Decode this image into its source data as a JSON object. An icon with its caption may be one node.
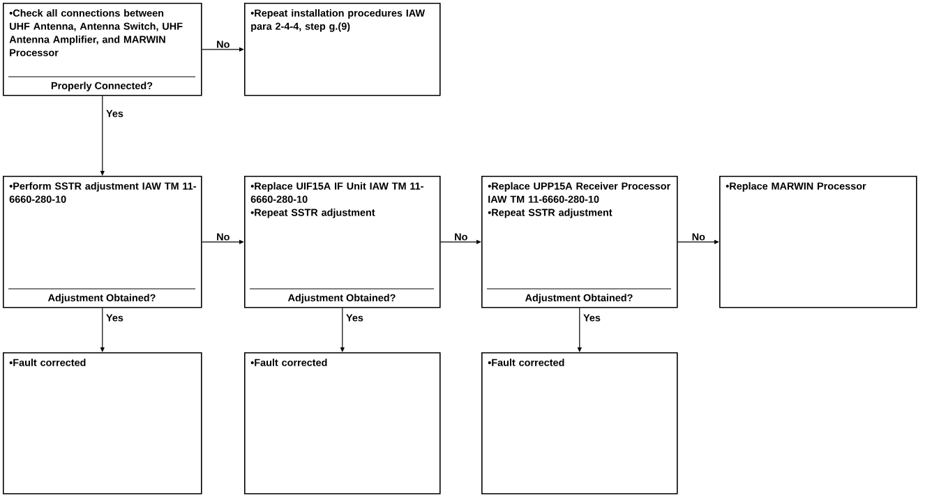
{
  "diagram": {
    "nodes": [
      {
        "text": [
          "•Check all connections between UHF Antenna, Antenna Switch, UHF Antenna Amplifier, and MARWIN Processor",
          "Properly Connected?"
        ]
      },
      {
        "text": [
          "•Repeat installation procedures IAW para 2-4-4, step g.(9)"
        ]
      },
      {
        "text": [
          "•Perform SSTR adjustment IAW TM 11-6660-280-10",
          "Adjustment Obtained?"
        ]
      },
      {
        "text": [
          "•Replace UIF15A IF Unit IAW TM 11-6660-280-10",
          "•Repeat SSTR adjustment",
          "Adjustment Obtained?"
        ]
      },
      {
        "text": [
          "•Replace UPP15A Receiver Processor IAW TM 11-6660-280-10",
          "•Repeat SSTR adjustment",
          "Adjustment Obtained?"
        ]
      },
      {
        "text": [
          "•Replace MARWIN Processor"
        ]
      },
      {
        "text": [
          "•Fault corrected"
        ]
      },
      {
        "text": [
          "•Fault corrected"
        ]
      },
      {
        "text": [
          "•Fault corrected"
        ]
      }
    ],
    "edges": [
      {
        "from": 0,
        "to": 1,
        "arrow": "to",
        "label": "No"
      },
      {
        "from": 0,
        "to": 2,
        "arrow": "to",
        "label": "Yes"
      },
      {
        "from": 2,
        "to": 3,
        "arrow": "to",
        "label": "No"
      },
      {
        "from": 3,
        "to": 4,
        "arrow": "to",
        "label": "No"
      },
      {
        "from": 4,
        "to": 5,
        "arrow": "to",
        "label": "No"
      },
      {
        "from": 2,
        "to": 6,
        "arrow": "to",
        "label": "Yes"
      },
      {
        "from": 3,
        "to": 7,
        "arrow": "to",
        "label": "Yes"
      },
      {
        "from": 4,
        "to": 8,
        "arrow": "to",
        "label": "Yes"
      }
    ]
  }
}
